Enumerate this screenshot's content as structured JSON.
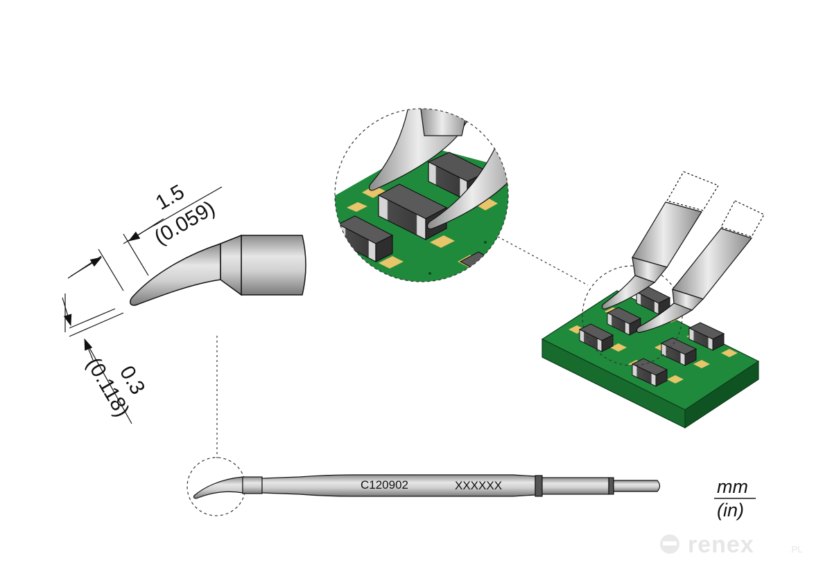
{
  "dimensions": {
    "width_mm": "1.5",
    "width_in": "(0.059)",
    "tip_mm": "0.3",
    "tip_in": "(0.118)"
  },
  "part": {
    "code": "C120902",
    "batch": "XXXXXX"
  },
  "units": {
    "primary": "mm",
    "secondary": "(in)"
  },
  "watermark": {
    "brand": "renex",
    "suffix": ".PL"
  },
  "colors": {
    "pcb_green": "#1f8a3c",
    "pad_gold": "#e8c46a",
    "component_dark": "#3e3e3e",
    "tip_silver": "#c8c8c8"
  }
}
